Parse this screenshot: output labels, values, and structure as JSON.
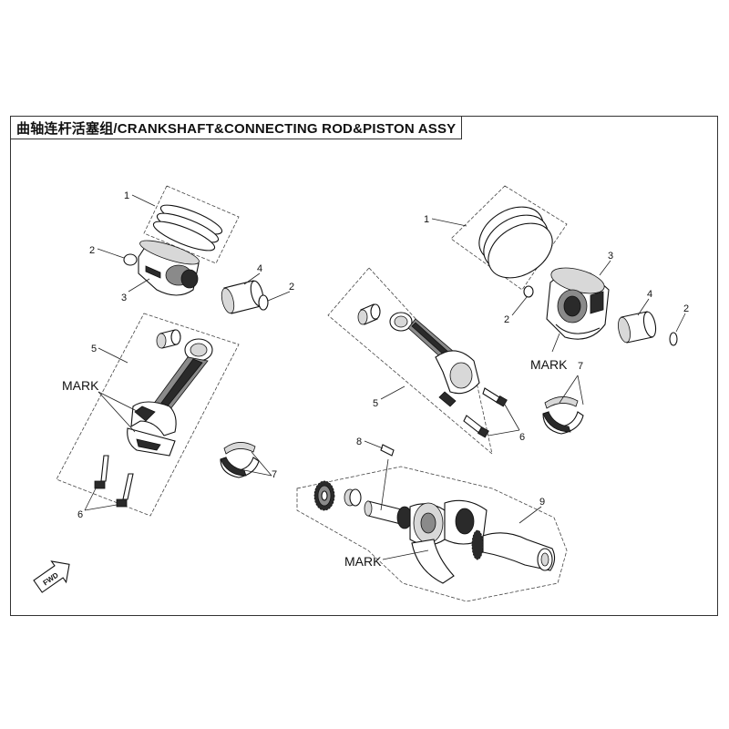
{
  "title": "曲轴连杆活塞组/CRANKSHAFT&CONNECTING ROD&PISTON ASSY",
  "mark_label": "MARK",
  "fwd_label": "FWD",
  "callouts": {
    "left": {
      "n1": "1",
      "n2a": "2",
      "n2b": "2",
      "n3": "3",
      "n4": "4",
      "n5": "5",
      "n6": "6",
      "n7": "7"
    },
    "right": {
      "n1": "1",
      "n2a": "2",
      "n2b": "2",
      "n3": "3",
      "n4": "4",
      "n5": "5",
      "n6": "6",
      "n7": "7",
      "n8": "8",
      "n9": "9"
    }
  },
  "colors": {
    "line": "#222222",
    "dark_part": "#2a2a2a",
    "mid_part": "#8a8a8a",
    "light_part": "#d8d8d8"
  }
}
